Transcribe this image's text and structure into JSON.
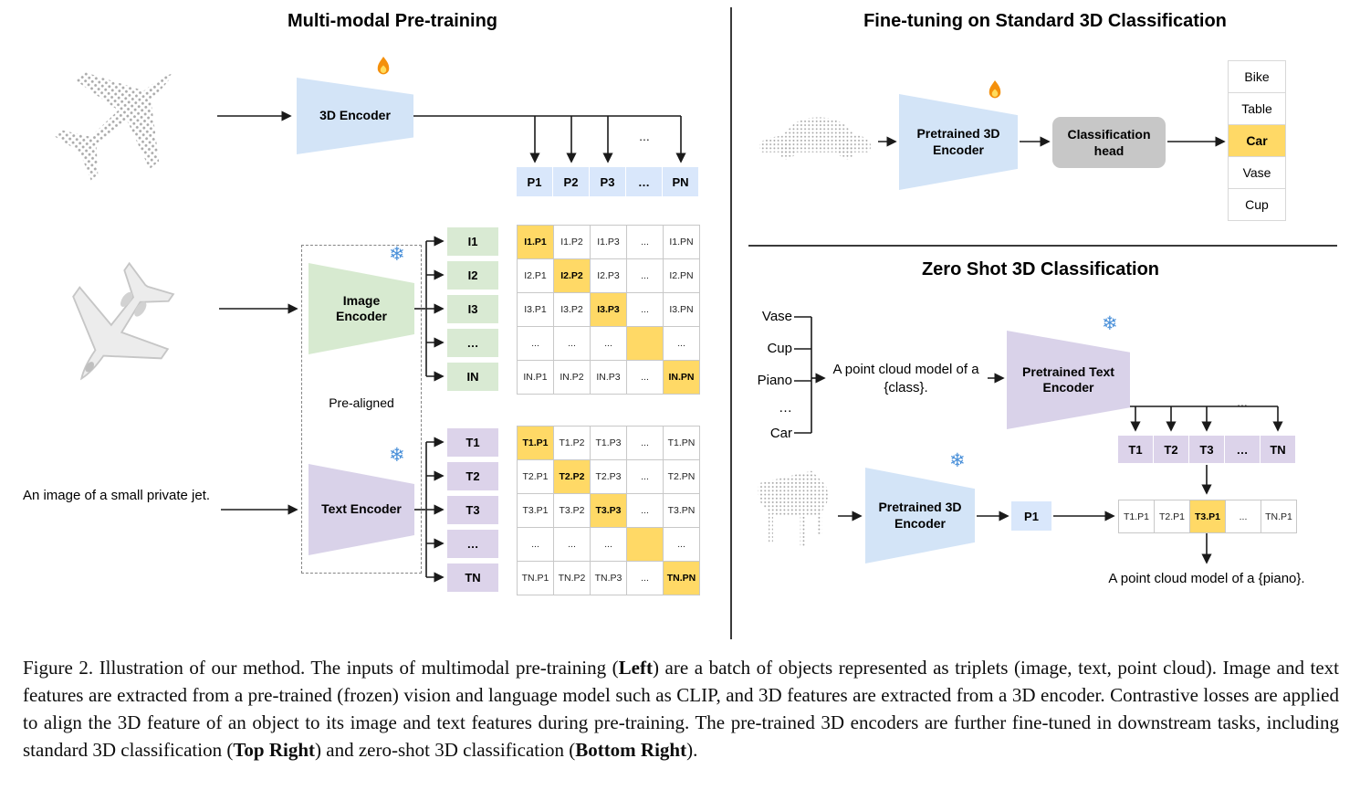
{
  "colors": {
    "highlight": "#FFD966",
    "p_cell": "#D9E7FB",
    "i_cell": "#D9EAD3",
    "t_cell": "#DCD3EA",
    "encoder_3d": "#D3E4F7",
    "encoder_image": "#D7EAD0",
    "encoder_text": "#D9D2E9",
    "head": "#C7C7C7",
    "matrix_border": "#C8C8C8"
  },
  "icons": {
    "snowflake_glyph": "❄"
  },
  "left_panel": {
    "title": "Multi-modal Pre-training",
    "encoder_3d_label": "3D Encoder",
    "image_encoder_label": "Image Encoder",
    "text_encoder_label": "Text Encoder",
    "pre_aligned_label": "Pre-aligned",
    "text_input": "An image of a small private jet.",
    "ellipsis": "...",
    "p_row": [
      "P1",
      "P2",
      "P3",
      "…",
      "PN"
    ],
    "i_col": [
      "I1",
      "I2",
      "I3",
      "…",
      "IN"
    ],
    "t_col": [
      "T1",
      "T2",
      "T3",
      "…",
      "TN"
    ],
    "image_matrix": [
      [
        "I1.P1",
        "I1.P2",
        "I1.P3",
        "...",
        "I1.PN"
      ],
      [
        "I2.P1",
        "I2.P2",
        "I2.P3",
        "...",
        "I2.PN"
      ],
      [
        "I3.P1",
        "I3.P2",
        "I3.P3",
        "...",
        "I3.PN"
      ],
      [
        "...",
        "...",
        "...",
        "",
        "..."
      ],
      [
        "IN.P1",
        "IN.P2",
        "IN.P3",
        "...",
        "IN.PN"
      ]
    ],
    "text_matrix": [
      [
        "T1.P1",
        "T1.P2",
        "T1.P3",
        "...",
        "T1.PN"
      ],
      [
        "T2.P1",
        "T2.P2",
        "T2.P3",
        "...",
        "T2.PN"
      ],
      [
        "T3.P1",
        "T3.P2",
        "T3.P3",
        "...",
        "T3.PN"
      ],
      [
        "...",
        "...",
        "...",
        "",
        "..."
      ],
      [
        "TN.P1",
        "TN.P2",
        "TN.P3",
        "...",
        "TN.PN"
      ]
    ]
  },
  "top_right_panel": {
    "title": "Fine-tuning on Standard 3D Classification",
    "encoder_label": "Pretrained 3D Encoder",
    "head_label": "Classification head",
    "classes": [
      "Bike",
      "Table",
      "Car",
      "Vase",
      "Cup"
    ],
    "highlighted_class": "Car"
  },
  "bottom_right_panel": {
    "title": "Zero Shot 3D Classification",
    "class_list": [
      "Vase",
      "Cup",
      "Piano",
      "…",
      "Car"
    ],
    "prompt": "A point cloud model of a {class}.",
    "text_encoder_label": "Pretrained Text Encoder",
    "encoder_3d_label": "Pretrained 3D Encoder",
    "ellipsis": "...",
    "t_row": [
      "T1",
      "T2",
      "T3",
      "…",
      "TN"
    ],
    "p_cell": "P1",
    "result_row": [
      "T1.P1",
      "T2.P1",
      "T3.P1",
      "...",
      "TN.P1"
    ],
    "result_highlight": "T3.P1",
    "result_caption": "A point cloud model of a {piano}."
  },
  "caption": [
    {
      "text": "Figure 2. Illustration of our method. The inputs of multimodal pre-training (",
      "bold": false
    },
    {
      "text": "Left",
      "bold": true
    },
    {
      "text": ") are a batch of objects represented as triplets (image, text, point cloud). Image and text features are extracted from a pre-trained (frozen) vision and language model such as CLIP, and 3D features are extracted from a 3D encoder. Contrastive losses are applied to align the 3D feature of an object to its image and text features during pre-training. The pre-trained 3D encoders are further fine-tuned in downstream tasks, including standard 3D classification (",
      "bold": false
    },
    {
      "text": "Top Right",
      "bold": true
    },
    {
      "text": ") and zero-shot 3D classification (",
      "bold": false
    },
    {
      "text": "Bottom Right",
      "bold": true
    },
    {
      "text": ").",
      "bold": false
    }
  ]
}
